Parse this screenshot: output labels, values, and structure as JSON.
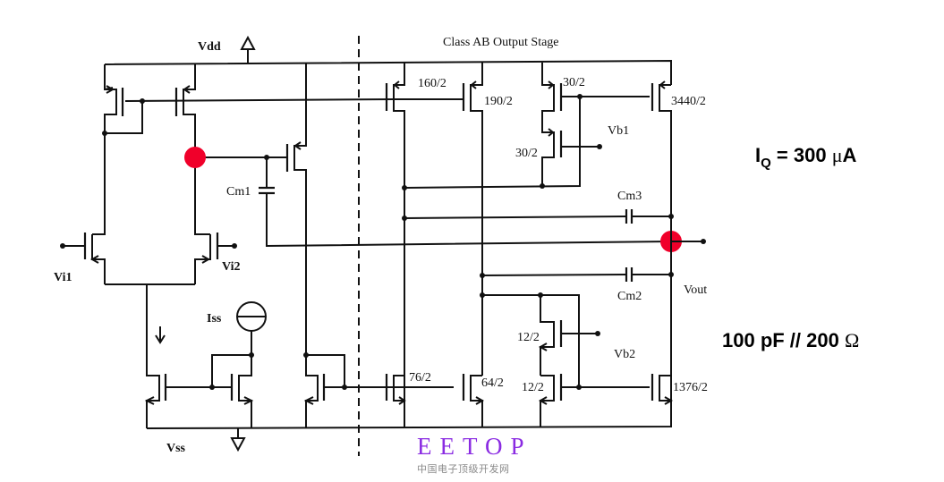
{
  "diagram": {
    "title": "Class AB Output Stage",
    "supply_labels": {
      "vdd": "Vdd",
      "vss": "Vss"
    },
    "input_labels": {
      "vi1": "Vi1",
      "vi2": "Vi2"
    },
    "bias_labels": {
      "vb1": "Vb1",
      "vb2": "Vb2"
    },
    "current_source_label": "Iss",
    "output_label": "Vout",
    "capacitors": {
      "cm1": "Cm1",
      "cm2": "Cm2",
      "cm3": "Cm3"
    },
    "transistor_sizes": {
      "p_160": "160/2",
      "p_190": "190/2",
      "p_30_top": "30/2",
      "p_30_bottom": "30/2",
      "p_3440": "3440/2",
      "n_76": "76/2",
      "n_64": "64/2",
      "n_12_top": "12/2",
      "n_12_bottom": "12/2",
      "n_1376": "1376/2"
    },
    "highlight_color": "#f0002a"
  },
  "annotations": {
    "iq_prefix": "I",
    "iq_sub": "Q",
    "iq_value": " = 300 ",
    "iq_unit_greek": "μ",
    "iq_unit": "A",
    "load_value": "100 pF // 200 ",
    "load_unit_greek": "Ω"
  },
  "watermark": {
    "brand": "EETOP",
    "subtitle": "中国电子顶级开发网",
    "color": "#8a2be2"
  }
}
